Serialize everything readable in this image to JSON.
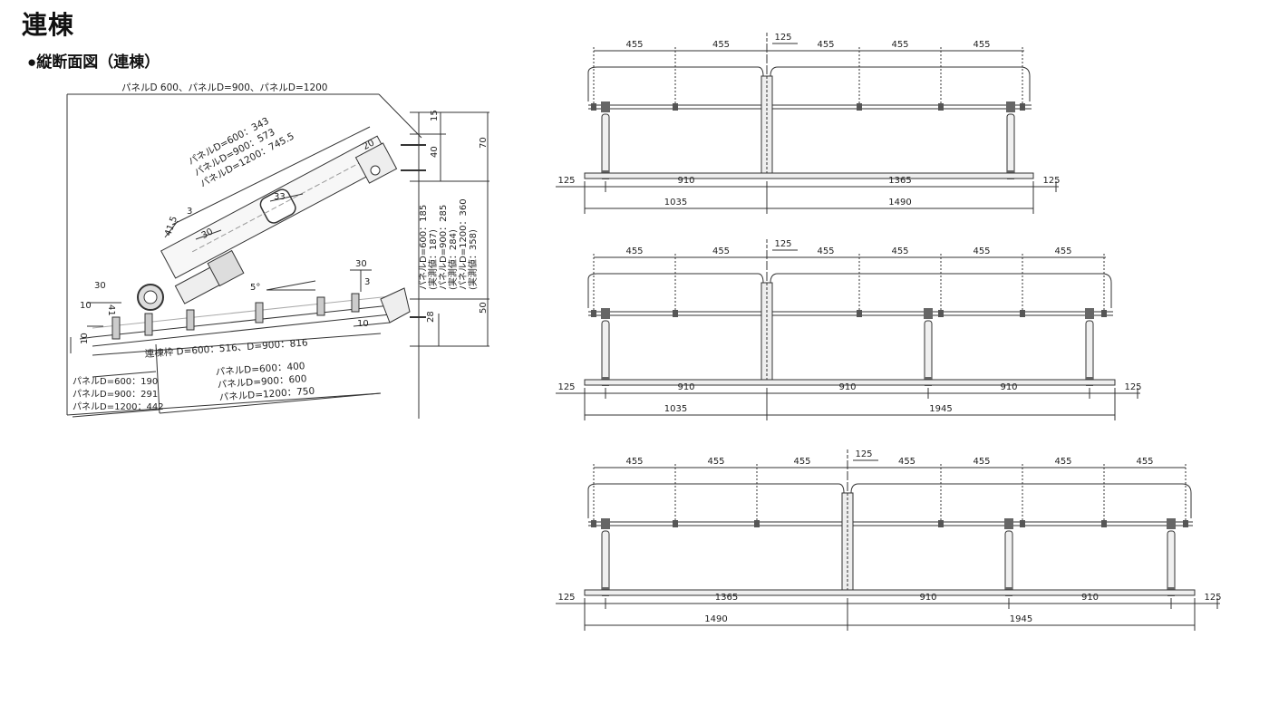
{
  "page": {
    "title": "連棟",
    "section_title": "●縦断面図（連棟）"
  },
  "section": {
    "top_label": "パネルD 600、パネルD=900、パネルD=1200",
    "arm_labels": [
      "パネルD=600：343",
      "パネルD=900：573",
      "パネルD=1200：745.5"
    ],
    "dims": {
      "d33": "33",
      "d20": "20",
      "d3a": "3",
      "d41_5": "41.5",
      "d30a": "30",
      "d5deg": "5°",
      "d30b": "30",
      "d3b": "3",
      "d30c": "30",
      "d10a": "10",
      "d41": "41",
      "d10b": "10",
      "d10c": "10",
      "d28": "28",
      "d50": "50",
      "d15": "15",
      "d40": "40",
      "d70": "70"
    },
    "right_vertical_labels": [
      "パネルD=600：185",
      "(実測値：187)",
      "パネルD=900：285",
      "(実測値：284)",
      "パネルD=1200：360",
      "(実測値：358)"
    ],
    "frame_label": "連棟枠 D=600：516、D=900：816",
    "bottom_left_labels": [
      "パネルD=600：190",
      "パネルD=900：291",
      "パネルD=1200：442"
    ],
    "bottom_right_labels": [
      "パネルD=600：400",
      "パネルD=900：600",
      "パネルD=1200：750"
    ]
  },
  "elevations": [
    {
      "top_dims": [
        "455",
        "455",
        "125",
        "455",
        "455",
        "455"
      ],
      "mid_dims": [
        "125",
        "910",
        "1365",
        "125"
      ],
      "bottom_dims": [
        "1035",
        "1490"
      ]
    },
    {
      "top_dims": [
        "455",
        "455",
        "125",
        "455",
        "455",
        "455",
        "455"
      ],
      "mid_dims": [
        "125",
        "910",
        "910",
        "910",
        "125"
      ],
      "bottom_dims": [
        "1035",
        "1945"
      ]
    },
    {
      "top_dims": [
        "455",
        "455",
        "455",
        "125",
        "455",
        "455",
        "455",
        "455"
      ],
      "mid_dims": [
        "125",
        "1365",
        "910",
        "910",
        "125"
      ],
      "bottom_dims": [
        "1490",
        "1945"
      ]
    }
  ]
}
